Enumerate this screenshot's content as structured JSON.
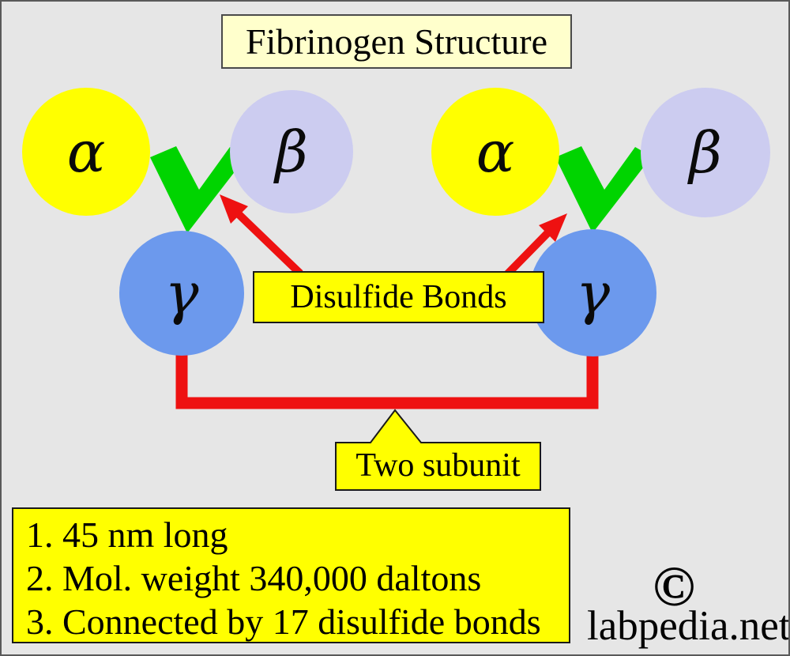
{
  "title": "Fibrinogen Structure",
  "chains": [
    {
      "id": "alpha-left",
      "label": "α"
    },
    {
      "id": "beta-left",
      "label": "β"
    },
    {
      "id": "alpha-right",
      "label": "α"
    },
    {
      "id": "beta-right",
      "label": "β"
    },
    {
      "id": "gamma-left",
      "label": "γ"
    },
    {
      "id": "gamma-right",
      "label": "γ"
    }
  ],
  "callouts": {
    "disulfide_bonds": "Disulfide Bonds",
    "two_subunit": "Two subunit"
  },
  "facts": [
    "1. 45 nm long",
    "2. Mol. weight 340,000 daltons",
    "3. Connected by 17 disulfide bonds"
  ],
  "watermark": {
    "symbol": "©",
    "site": "labpedia.net"
  },
  "colors": {
    "alpha_chain": "#FFFF00",
    "beta_chain": "#CCCCF0",
    "gamma_chain": "#6C99ED",
    "disulfide_v_green": "#00D400",
    "bond_red": "#EE1111",
    "label_yellow": "#FFFF00",
    "title_yellow": "#FFFFCC",
    "background": "#E6E6E6"
  }
}
